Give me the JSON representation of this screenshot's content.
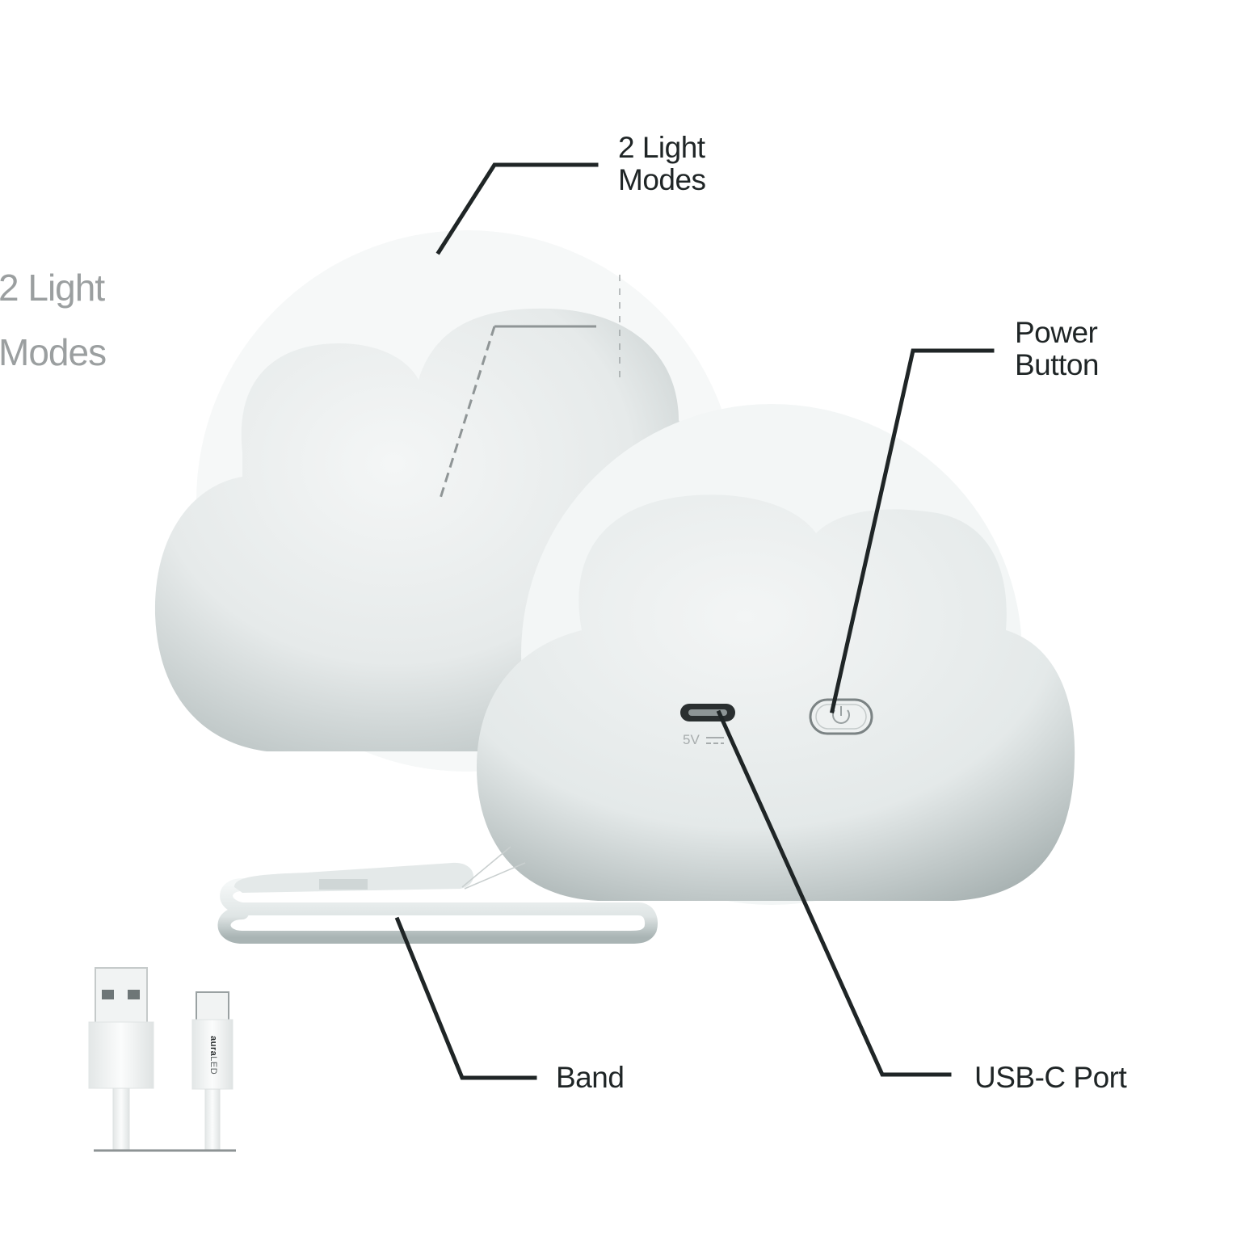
{
  "diagram": {
    "subject": "Cloud night light with accessories",
    "background_color": "#ffffff",
    "line_color": "#1f2526",
    "product_color": "#e8ecec",
    "callouts": [
      {
        "id": "light-modes",
        "lines": [
          "2 Light",
          "Modes"
        ]
      },
      {
        "id": "power-button",
        "lines": [
          "Power",
          "Button"
        ]
      },
      {
        "id": "band",
        "lines": [
          "Band"
        ]
      },
      {
        "id": "usb-c-port",
        "lines": [
          "USB-C Port"
        ]
      }
    ],
    "ghost_callout": {
      "lines": [
        "2 Light",
        "Modes"
      ]
    },
    "port_marking": "5V",
    "port_marking_symbol": "⎓",
    "cable_brand": {
      "name": "aura",
      "suffix": "LED"
    },
    "components": [
      "Rear cloud lamp",
      "Front cloud lamp",
      "Power button",
      "USB-C port",
      "Hanging band",
      "USB-A to USB-C cable"
    ]
  }
}
